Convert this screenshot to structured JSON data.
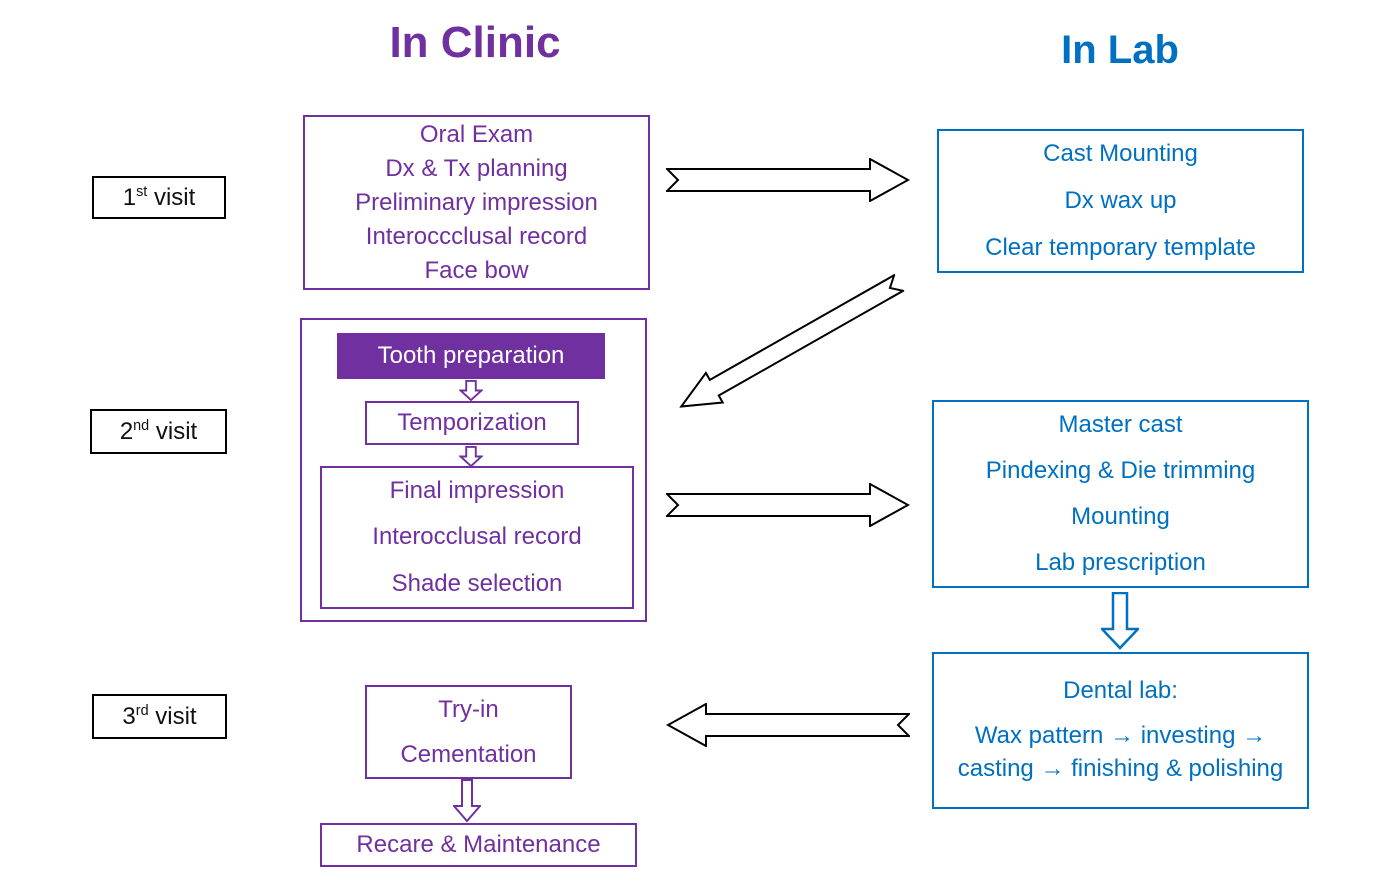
{
  "colors": {
    "clinic_accent": "#7030A0",
    "lab_accent": "#0070C0",
    "arrow_outline": "#000000"
  },
  "headers": {
    "clinic": "In Clinic",
    "lab": "In Lab"
  },
  "visits": [
    {
      "num": "1",
      "suffix": "st",
      "word": " visit"
    },
    {
      "num": "2",
      "suffix": "nd",
      "word": " visit"
    },
    {
      "num": "3",
      "suffix": "rd",
      "word": " visit"
    }
  ],
  "clinic": {
    "visit1_box": {
      "lines": [
        "Oral Exam",
        "Dx & Tx planning",
        "Preliminary impression",
        "Interoccclusal record",
        "Face bow"
      ]
    },
    "visit2_cluster": {
      "tooth_prep": "Tooth preparation",
      "temporization": "Temporization",
      "final_lines": [
        "Final impression",
        "Interocclusal record",
        "Shade selection"
      ]
    },
    "visit3_box": {
      "lines": [
        "Try-in",
        "Cementation"
      ]
    },
    "recare_box": "Recare & Maintenance"
  },
  "lab": {
    "box1_lines": [
      "Cast Mounting",
      "Dx wax up",
      "Clear temporary template"
    ],
    "box2_lines": [
      "Master cast",
      "Pindexing & Die trimming",
      "Mounting",
      "Lab prescription"
    ],
    "box3_title": "Dental lab:",
    "box3_body": "Wax pattern → investing → casting → finishing & polishing"
  }
}
